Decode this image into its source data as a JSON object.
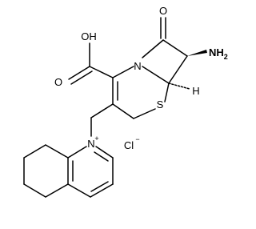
{
  "labels": {
    "oh": "OH",
    "o_acid": "O",
    "o_lactam": "O",
    "n_ring": "N",
    "nh2": "NH",
    "nh2_sub": "2",
    "h": "H",
    "s": "S",
    "n_plus": "N",
    "plus": "+",
    "cl": "Cl",
    "minus": "−"
  }
}
